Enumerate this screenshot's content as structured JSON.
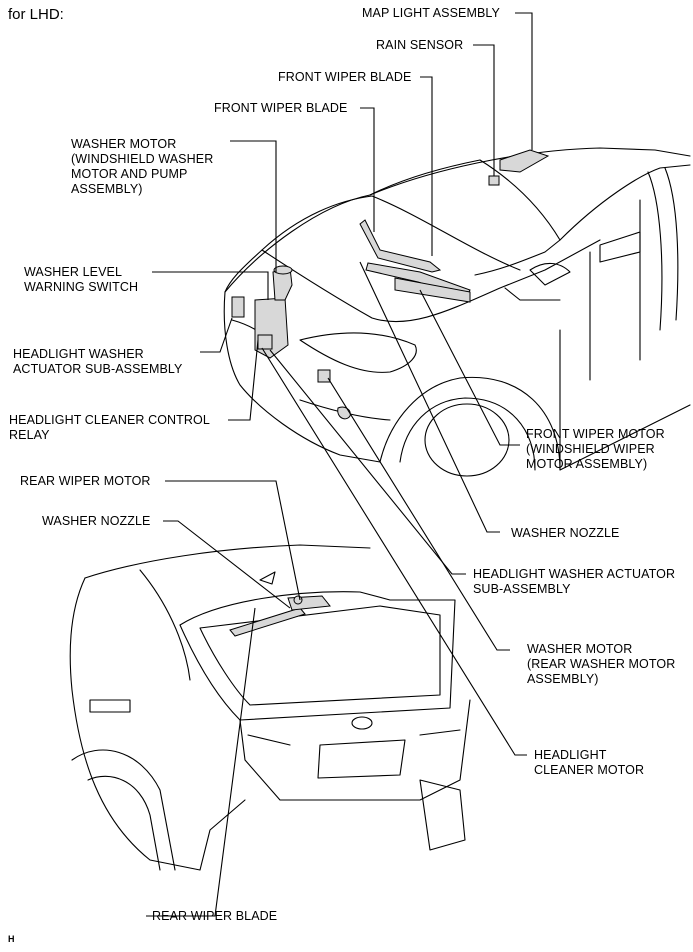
{
  "header": {
    "title": "for LHD:"
  },
  "labels": {
    "map_light": "MAP LIGHT ASSEMBLY",
    "rain_sensor": "RAIN SENSOR",
    "front_wiper_blade_1": "FRONT WIPER BLADE",
    "front_wiper_blade_2": "FRONT WIPER BLADE",
    "washer_motor_front": "WASHER MOTOR\n(WINDSHIELD WASHER\nMOTOR AND PUMP\nASSEMBLY)",
    "washer_level": "WASHER LEVEL\nWARNING SWITCH",
    "headlight_washer_actuator_left": "HEADLIGHT WASHER\nACTUATOR SUB-ASSEMBLY",
    "headlight_cleaner_relay": "HEADLIGHT CLEANER CONTROL\nRELAY",
    "front_wiper_motor": "FRONT WIPER MOTOR\n(WINDSHIELD WIPER\nMOTOR ASSEMBLY)",
    "rear_wiper_motor": "REAR WIPER MOTOR",
    "washer_nozzle_rear": "WASHER NOZZLE",
    "washer_nozzle_front": "WASHER NOZZLE",
    "headlight_washer_actuator_right": "HEADLIGHT WASHER ACTUATOR\nSUB-ASSEMBLY",
    "washer_motor_rear": "WASHER MOTOR\n(REAR WASHER MOTOR\nASSEMBLY)",
    "headlight_cleaner_motor": "HEADLIGHT\nCLEANER MOTOR",
    "rear_wiper_blade": "REAR WIPER BLADE"
  },
  "footer_code": "H"
}
